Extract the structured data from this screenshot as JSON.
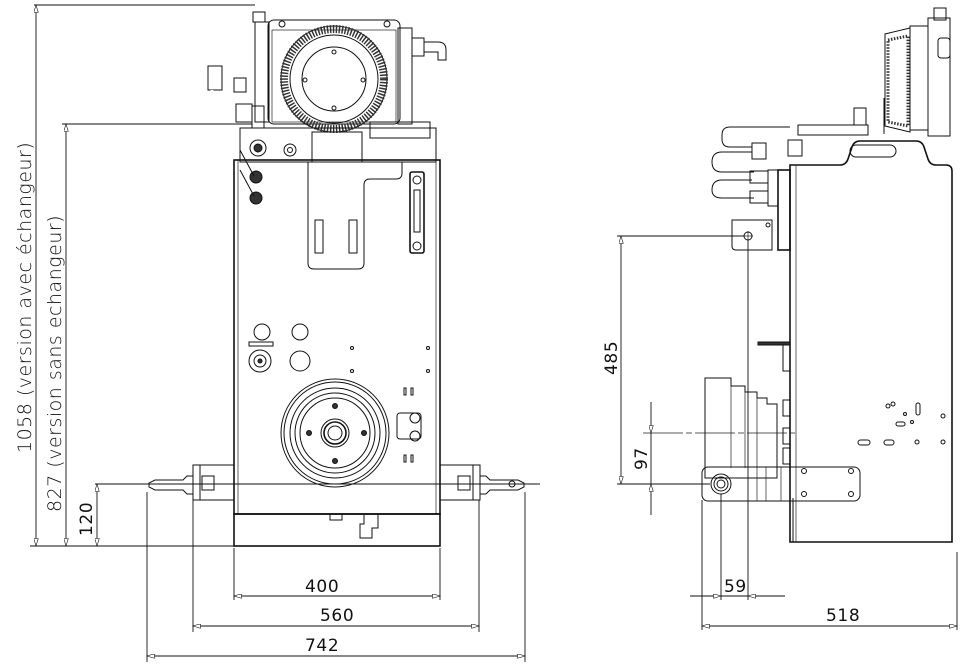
{
  "drawing": {
    "front_view": {
      "dimensions": {
        "height_with_exchanger": "1058 (version avec échangeur)",
        "height_without_exchanger": "827 (version sans echangeur)",
        "pivot_height": "120",
        "width_tank": "400",
        "width_frame": "560",
        "width_overall": "742"
      }
    },
    "side_view": {
      "dimensions": {
        "vertical_485": "485",
        "vertical_97": "97",
        "horizontal_59": "59",
        "depth_overall": "518"
      }
    }
  }
}
